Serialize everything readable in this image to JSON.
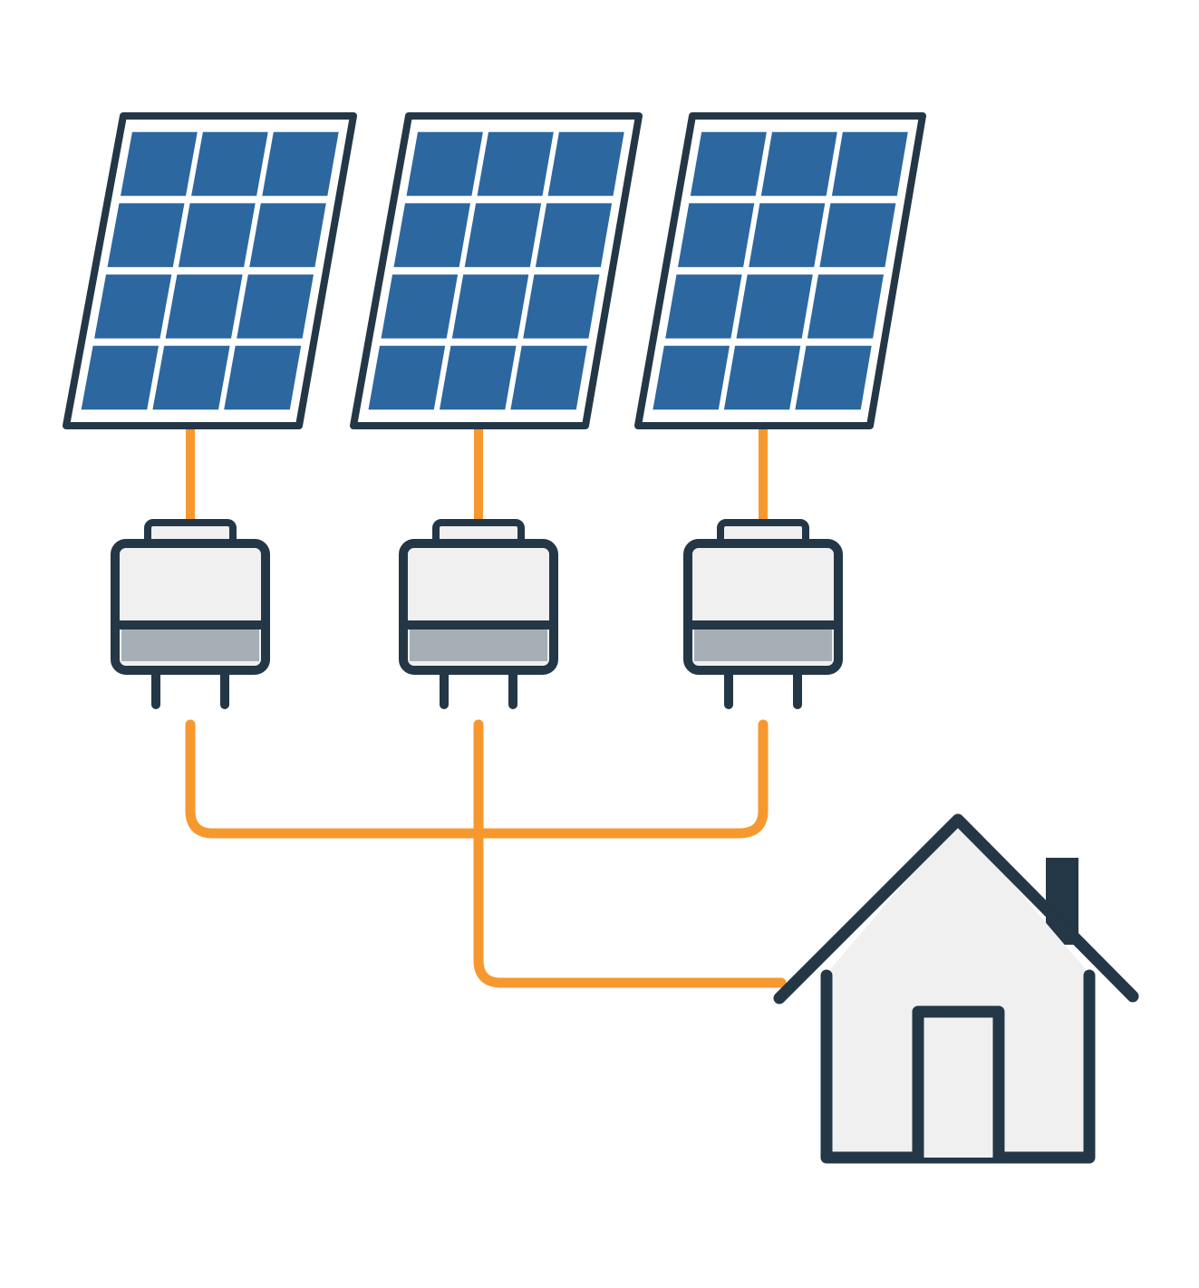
{
  "diagram": {
    "panel_count": 3,
    "inverter_count": 3,
    "panel_grid": {
      "rows": 4,
      "cols": 3
    },
    "colors": {
      "background": "#ffffff",
      "outline": "#243746",
      "panel_cell": "#2c67a0",
      "panel_frame": "#ffffff",
      "cable": "#f7982f",
      "inverter_body": "#f0f0f0",
      "inverter_band": "#a7afb6",
      "house_fill": "#f0f0f0"
    },
    "icons": [
      "solar-panel-icon",
      "microinverter-icon",
      "house-icon",
      "cable-icon"
    ]
  }
}
